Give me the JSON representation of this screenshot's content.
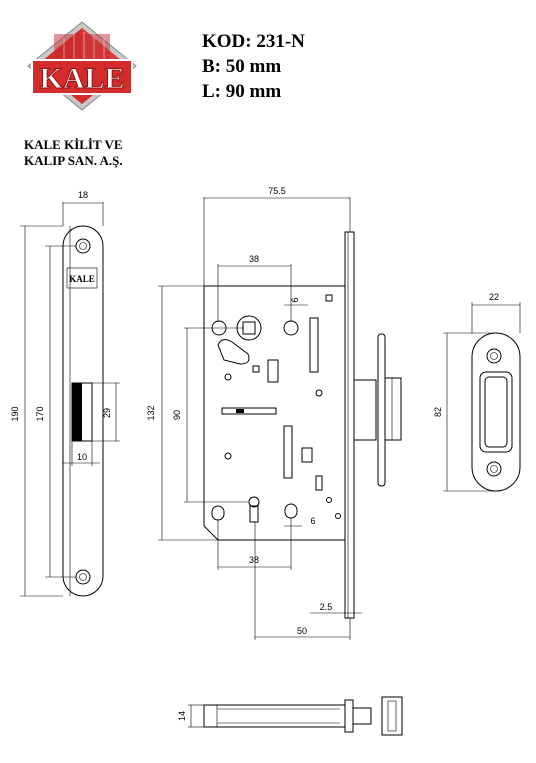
{
  "brand": {
    "logo_text": "KALE",
    "plate_logo_text": "KALE"
  },
  "header": {
    "kod": "KOD: 231-N",
    "b": "B: 50 mm",
    "l": "L: 90 mm"
  },
  "company": {
    "line1": "KALE KİLİT VE",
    "line2": "KALIP SAN. A.Ş."
  },
  "colors": {
    "logo_red": "#d42b2b",
    "logo_dark_red": "#8e1414",
    "logo_silver": "#c8c8c8"
  },
  "dimensions": {
    "faceplate": {
      "width": "18",
      "height": "190",
      "hole_spacing": "170",
      "latch_height": "29",
      "latch_width": "10"
    },
    "case": {
      "width": "75.5",
      "height": "132",
      "spindle_to_key": "90",
      "top_offset": "38",
      "top_small": "6",
      "bottom_offset": "38",
      "bottom_small": "6",
      "front_thickness": "2.5",
      "backset": "50"
    },
    "strike": {
      "width": "22",
      "height": "82"
    },
    "bottom_view": {
      "thickness": "14"
    }
  }
}
